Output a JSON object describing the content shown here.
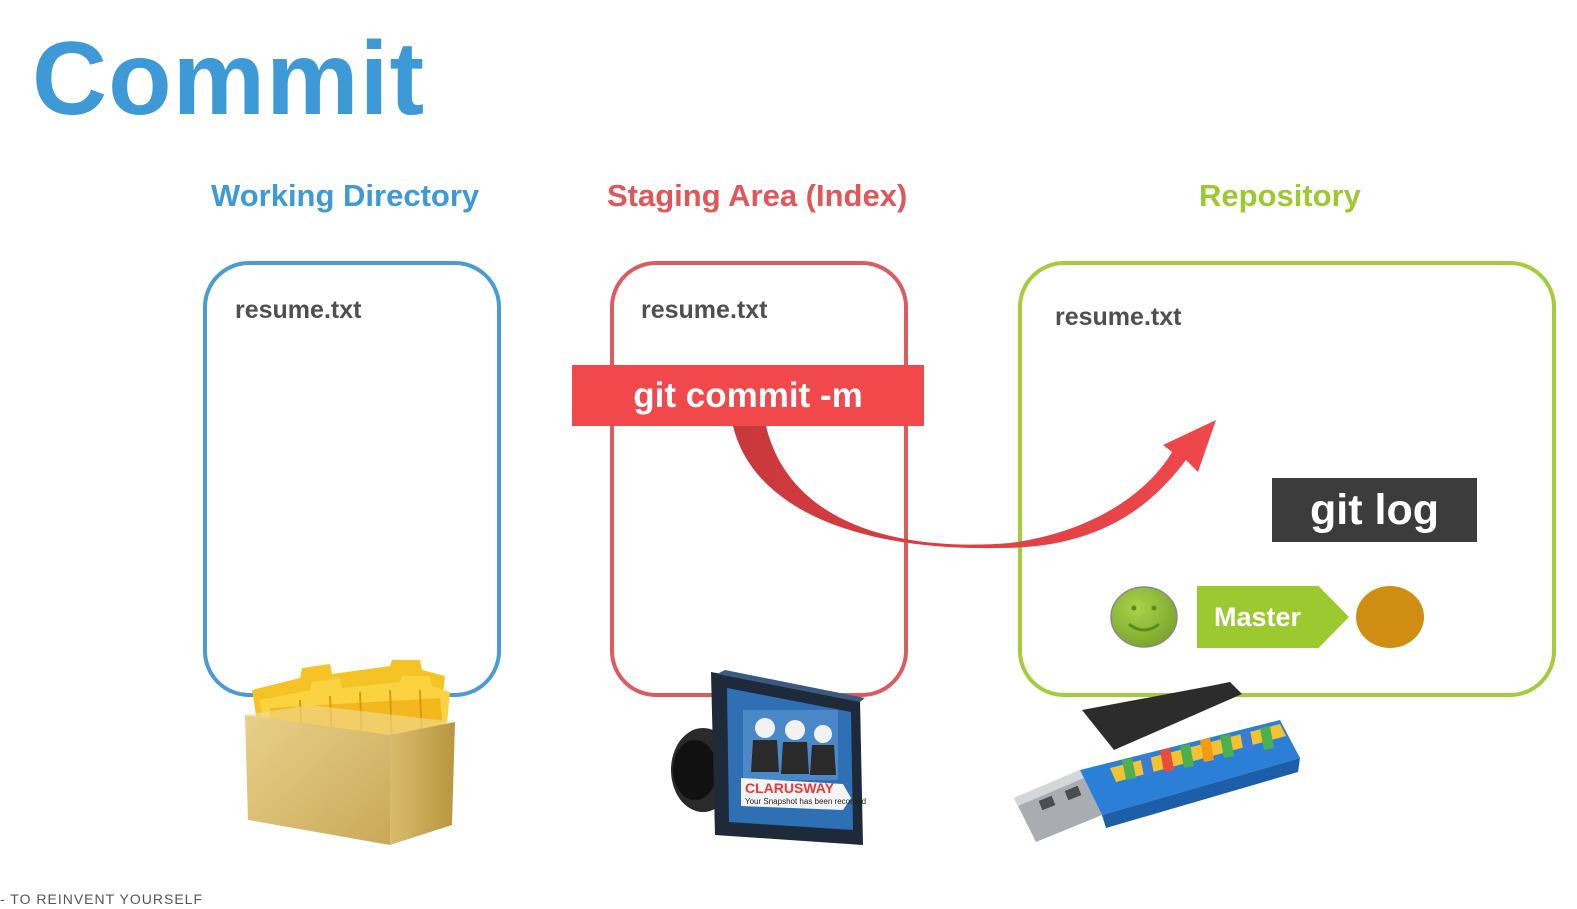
{
  "slide": {
    "title": "Commit"
  },
  "columns": [
    {
      "heading": "Working Directory",
      "file": "resume.txt",
      "color": "#3d9ad6"
    },
    {
      "heading": "Staging Area (Index)",
      "file": "resume.txt",
      "color": "#e0575a"
    },
    {
      "heading": "Repository",
      "file": "resume.txt",
      "color": "#9cc92f"
    }
  ],
  "commands": {
    "commit": "git commit -m",
    "log": "git log"
  },
  "branch": {
    "label": "Master",
    "color": "#9cc92f",
    "commit_color": "#cf8d12"
  },
  "camera": {
    "brand": "CLARUSWAY",
    "subtitle": "Your Snapshot has been recorded"
  },
  "footer": {
    "text": "- TO REINVENT YOURSELF"
  },
  "icons": {
    "working": "folder-box-icon",
    "staging": "camera-icon",
    "repository": "usb-drive-icon",
    "head": "smiley-icon",
    "arrow": "curved-arrow-icon"
  }
}
